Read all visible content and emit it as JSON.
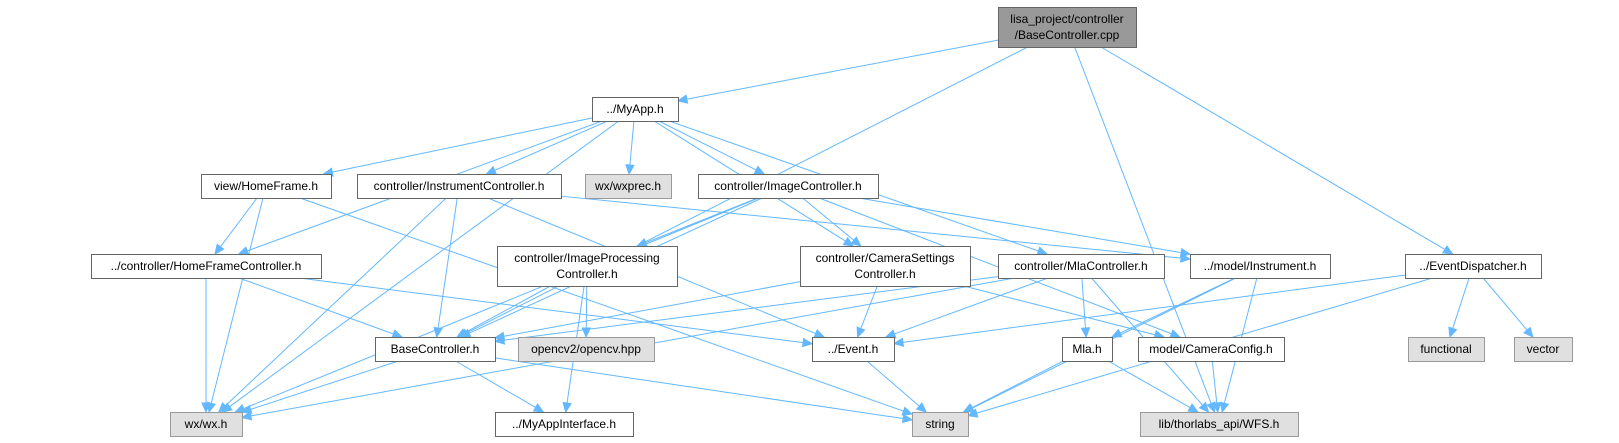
{
  "graph": {
    "colors": {
      "edge": "#63b8ff",
      "root_fill": "#999999",
      "node_fill": "#ffffff",
      "node_border": "#666666",
      "external_fill": "#e0e0e0",
      "external_border": "#999999"
    },
    "nodes": [
      {
        "id": "root",
        "kind": "root",
        "label": [
          "lisa_project/controller",
          "/BaseController.cpp"
        ]
      },
      {
        "id": "myapp",
        "kind": "file",
        "label": [
          "../MyApp.h"
        ]
      },
      {
        "id": "homeframe",
        "kind": "file",
        "label": [
          "view/HomeFrame.h"
        ]
      },
      {
        "id": "instrctrl",
        "kind": "file",
        "label": [
          "controller/InstrumentController.h"
        ]
      },
      {
        "id": "wxprec",
        "kind": "external",
        "label": [
          "wx/wxprec.h"
        ]
      },
      {
        "id": "imgctrl",
        "kind": "file",
        "label": [
          "controller/ImageController.h"
        ]
      },
      {
        "id": "hfctrl",
        "kind": "file",
        "label": [
          "../controller/HomeFrameController.h"
        ]
      },
      {
        "id": "imgproc",
        "kind": "file",
        "label": [
          "controller/ImageProcessing",
          "Controller.h"
        ]
      },
      {
        "id": "camset",
        "kind": "file",
        "label": [
          "controller/CameraSettings",
          "Controller.h"
        ]
      },
      {
        "id": "mlactrl",
        "kind": "file",
        "label": [
          "controller/MlaController.h"
        ]
      },
      {
        "id": "instrument",
        "kind": "file",
        "label": [
          "../model/Instrument.h"
        ]
      },
      {
        "id": "evdisp",
        "kind": "file",
        "label": [
          "../EventDispatcher.h"
        ]
      },
      {
        "id": "basectrl",
        "kind": "file",
        "label": [
          "BaseController.h"
        ]
      },
      {
        "id": "opencv",
        "kind": "external",
        "label": [
          "opencv2/opencv.hpp"
        ]
      },
      {
        "id": "event",
        "kind": "file",
        "label": [
          "../Event.h"
        ]
      },
      {
        "id": "mla",
        "kind": "file",
        "label": [
          "Mla.h"
        ]
      },
      {
        "id": "camcfg",
        "kind": "file",
        "label": [
          "model/CameraConfig.h"
        ]
      },
      {
        "id": "functional",
        "kind": "external",
        "label": [
          "functional"
        ]
      },
      {
        "id": "vector",
        "kind": "external",
        "label": [
          "vector"
        ]
      },
      {
        "id": "wxh",
        "kind": "external",
        "label": [
          "wx/wx.h"
        ]
      },
      {
        "id": "myappif",
        "kind": "file",
        "label": [
          "../MyAppInterface.h"
        ]
      },
      {
        "id": "string",
        "kind": "external",
        "label": [
          "string"
        ]
      },
      {
        "id": "wfs",
        "kind": "external",
        "label": [
          "lib/thorlabs_api/WFS.h"
        ]
      }
    ],
    "edges": [
      [
        "root",
        "myapp"
      ],
      [
        "root",
        "basectrl"
      ],
      [
        "root",
        "evdisp"
      ],
      [
        "root",
        "wfs"
      ],
      [
        "myapp",
        "homeframe"
      ],
      [
        "myapp",
        "instrctrl"
      ],
      [
        "myapp",
        "wxprec"
      ],
      [
        "myapp",
        "imgctrl"
      ],
      [
        "myapp",
        "hfctrl"
      ],
      [
        "myapp",
        "camset"
      ],
      [
        "myapp",
        "mlactrl"
      ],
      [
        "myapp",
        "wxh"
      ],
      [
        "homeframe",
        "hfctrl"
      ],
      [
        "homeframe",
        "wxh"
      ],
      [
        "homeframe",
        "string"
      ],
      [
        "instrctrl",
        "basectrl"
      ],
      [
        "instrctrl",
        "event"
      ],
      [
        "instrctrl",
        "instrument"
      ],
      [
        "instrctrl",
        "wxh"
      ],
      [
        "imgctrl",
        "imgproc"
      ],
      [
        "imgctrl",
        "camset"
      ],
      [
        "imgctrl",
        "instrument"
      ],
      [
        "imgctrl",
        "basectrl"
      ],
      [
        "imgctrl",
        "camcfg"
      ],
      [
        "imgctrl",
        "wxh"
      ],
      [
        "hfctrl",
        "basectrl"
      ],
      [
        "hfctrl",
        "event"
      ],
      [
        "hfctrl",
        "wxh"
      ],
      [
        "imgproc",
        "basectrl"
      ],
      [
        "imgproc",
        "opencv"
      ],
      [
        "imgproc",
        "myappif"
      ],
      [
        "camset",
        "basectrl"
      ],
      [
        "camset",
        "event"
      ],
      [
        "camset",
        "camcfg"
      ],
      [
        "mlactrl",
        "basectrl"
      ],
      [
        "mlactrl",
        "event"
      ],
      [
        "mlactrl",
        "mla"
      ],
      [
        "mlactrl",
        "wfs"
      ],
      [
        "mlactrl",
        "wxh"
      ],
      [
        "instrument",
        "mla"
      ],
      [
        "instrument",
        "string"
      ],
      [
        "instrument",
        "wfs"
      ],
      [
        "evdisp",
        "event"
      ],
      [
        "evdisp",
        "functional"
      ],
      [
        "evdisp",
        "vector"
      ],
      [
        "evdisp",
        "string"
      ],
      [
        "basectrl",
        "wxh"
      ],
      [
        "basectrl",
        "myappif"
      ],
      [
        "basectrl",
        "string"
      ],
      [
        "event",
        "string"
      ],
      [
        "mla",
        "string"
      ],
      [
        "mla",
        "wfs"
      ],
      [
        "camcfg",
        "wfs"
      ]
    ]
  }
}
